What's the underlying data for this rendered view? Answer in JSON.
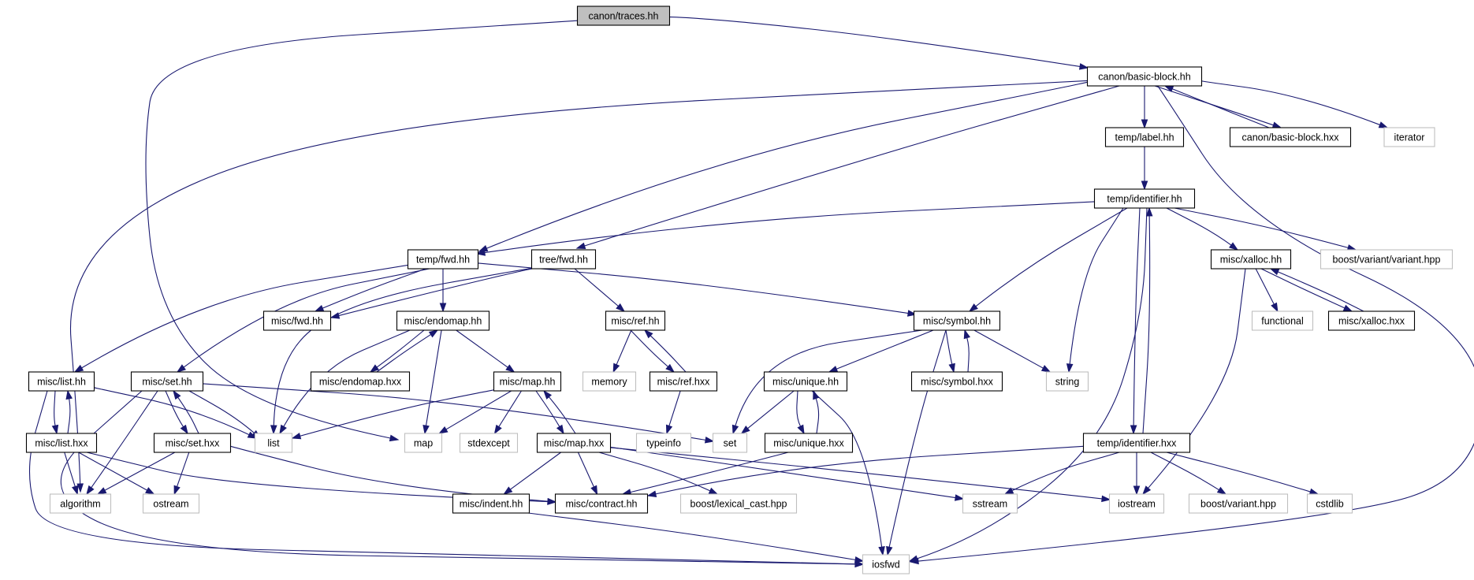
{
  "graph": {
    "colors": {
      "edge": "#191970",
      "root_fill": "#bfbfbf",
      "local_border": "#000000",
      "external_border": "#bfbfbf"
    },
    "nodes": [
      {
        "id": "traces",
        "label": "canon/traces.hh",
        "kind": "root"
      },
      {
        "id": "basic_block",
        "label": "canon/basic-block.hh",
        "kind": "local"
      },
      {
        "id": "label",
        "label": "temp/label.hh",
        "kind": "local"
      },
      {
        "id": "basic_block_hxx",
        "label": "canon/basic-block.hxx",
        "kind": "local"
      },
      {
        "id": "iterator",
        "label": "iterator",
        "kind": "external"
      },
      {
        "id": "identifier",
        "label": "temp/identifier.hh",
        "kind": "local"
      },
      {
        "id": "temp_fwd",
        "label": "temp/fwd.hh",
        "kind": "local"
      },
      {
        "id": "tree_fwd",
        "label": "tree/fwd.hh",
        "kind": "local"
      },
      {
        "id": "xalloc",
        "label": "misc/xalloc.hh",
        "kind": "local"
      },
      {
        "id": "boost_variant_variant",
        "label": "boost/variant/variant.hpp",
        "kind": "external"
      },
      {
        "id": "misc_fwd",
        "label": "misc/fwd.hh",
        "kind": "local"
      },
      {
        "id": "endomap",
        "label": "misc/endomap.hh",
        "kind": "local"
      },
      {
        "id": "ref",
        "label": "misc/ref.hh",
        "kind": "local"
      },
      {
        "id": "symbol",
        "label": "misc/symbol.hh",
        "kind": "local"
      },
      {
        "id": "functional",
        "label": "functional",
        "kind": "external"
      },
      {
        "id": "xalloc_hxx",
        "label": "misc/xalloc.hxx",
        "kind": "local"
      },
      {
        "id": "list_hh",
        "label": "misc/list.hh",
        "kind": "local"
      },
      {
        "id": "set_hh",
        "label": "misc/set.hh",
        "kind": "local"
      },
      {
        "id": "endomap_hxx",
        "label": "misc/endomap.hxx",
        "kind": "local"
      },
      {
        "id": "map_hh",
        "label": "misc/map.hh",
        "kind": "local"
      },
      {
        "id": "memory",
        "label": "memory",
        "kind": "external"
      },
      {
        "id": "ref_hxx",
        "label": "misc/ref.hxx",
        "kind": "local"
      },
      {
        "id": "unique",
        "label": "misc/unique.hh",
        "kind": "local"
      },
      {
        "id": "symbol_hxx",
        "label": "misc/symbol.hxx",
        "kind": "local"
      },
      {
        "id": "string",
        "label": "string",
        "kind": "external"
      },
      {
        "id": "list_hxx",
        "label": "misc/list.hxx",
        "kind": "local"
      },
      {
        "id": "set_hxx",
        "label": "misc/set.hxx",
        "kind": "local"
      },
      {
        "id": "list",
        "label": "list",
        "kind": "external"
      },
      {
        "id": "map",
        "label": "map",
        "kind": "external"
      },
      {
        "id": "stdexcept",
        "label": "stdexcept",
        "kind": "external"
      },
      {
        "id": "map_hxx",
        "label": "misc/map.hxx",
        "kind": "local"
      },
      {
        "id": "typeinfo",
        "label": "typeinfo",
        "kind": "external"
      },
      {
        "id": "set",
        "label": "set",
        "kind": "external"
      },
      {
        "id": "unique_hxx",
        "label": "misc/unique.hxx",
        "kind": "local"
      },
      {
        "id": "identifier_hxx",
        "label": "temp/identifier.hxx",
        "kind": "local"
      },
      {
        "id": "algorithm",
        "label": "algorithm",
        "kind": "external"
      },
      {
        "id": "ostream",
        "label": "ostream",
        "kind": "external"
      },
      {
        "id": "indent",
        "label": "misc/indent.hh",
        "kind": "local"
      },
      {
        "id": "contract",
        "label": "misc/contract.hh",
        "kind": "local"
      },
      {
        "id": "lexical_cast",
        "label": "boost/lexical_cast.hpp",
        "kind": "external"
      },
      {
        "id": "sstream",
        "label": "sstream",
        "kind": "external"
      },
      {
        "id": "iostream",
        "label": "iostream",
        "kind": "external"
      },
      {
        "id": "boost_variant",
        "label": "boost/variant.hpp",
        "kind": "external"
      },
      {
        "id": "cstdlib",
        "label": "cstdlib",
        "kind": "external"
      },
      {
        "id": "iosfwd",
        "label": "iosfwd",
        "kind": "external"
      }
    ],
    "edges": [
      [
        "traces",
        "basic_block"
      ],
      [
        "traces",
        "map"
      ],
      [
        "basic_block",
        "label"
      ],
      [
        "basic_block",
        "basic_block_hxx"
      ],
      [
        "basic_block",
        "iterator"
      ],
      [
        "basic_block",
        "temp_fwd"
      ],
      [
        "basic_block",
        "tree_fwd"
      ],
      [
        "basic_block",
        "algorithm"
      ],
      [
        "basic_block",
        "iosfwd"
      ],
      [
        "basic_block_hxx",
        "basic_block"
      ],
      [
        "label",
        "identifier"
      ],
      [
        "identifier",
        "temp_fwd"
      ],
      [
        "identifier",
        "xalloc"
      ],
      [
        "identifier",
        "boost_variant_variant"
      ],
      [
        "identifier",
        "symbol"
      ],
      [
        "identifier",
        "string"
      ],
      [
        "identifier",
        "identifier_hxx"
      ],
      [
        "identifier",
        "iosfwd"
      ],
      [
        "identifier_hxx",
        "identifier"
      ],
      [
        "identifier_hxx",
        "contract"
      ],
      [
        "identifier_hxx",
        "sstream"
      ],
      [
        "identifier_hxx",
        "iostream"
      ],
      [
        "identifier_hxx",
        "boost_variant"
      ],
      [
        "identifier_hxx",
        "cstdlib"
      ],
      [
        "xalloc",
        "functional"
      ],
      [
        "xalloc",
        "xalloc_hxx"
      ],
      [
        "xalloc",
        "iostream"
      ],
      [
        "xalloc_hxx",
        "xalloc"
      ],
      [
        "temp_fwd",
        "misc_fwd"
      ],
      [
        "temp_fwd",
        "endomap"
      ],
      [
        "temp_fwd",
        "list_hh"
      ],
      [
        "temp_fwd",
        "set_hh"
      ],
      [
        "temp_fwd",
        "symbol"
      ],
      [
        "tree_fwd",
        "misc_fwd"
      ],
      [
        "tree_fwd",
        "ref"
      ],
      [
        "tree_fwd",
        "list"
      ],
      [
        "endomap",
        "endomap_hxx"
      ],
      [
        "endomap",
        "map_hh"
      ],
      [
        "endomap",
        "list"
      ],
      [
        "endomap",
        "map"
      ],
      [
        "endomap_hxx",
        "endomap"
      ],
      [
        "ref",
        "memory"
      ],
      [
        "ref",
        "ref_hxx"
      ],
      [
        "ref_hxx",
        "ref"
      ],
      [
        "ref_hxx",
        "typeinfo"
      ],
      [
        "symbol",
        "set"
      ],
      [
        "symbol",
        "unique"
      ],
      [
        "symbol",
        "symbol_hxx"
      ],
      [
        "symbol",
        "string"
      ],
      [
        "symbol",
        "iosfwd"
      ],
      [
        "symbol_hxx",
        "symbol"
      ],
      [
        "unique",
        "set"
      ],
      [
        "unique",
        "unique_hxx"
      ],
      [
        "unique",
        "iosfwd"
      ],
      [
        "unique_hxx",
        "unique"
      ],
      [
        "unique_hxx",
        "contract"
      ],
      [
        "list_hh",
        "list_hxx"
      ],
      [
        "list_hh",
        "list"
      ],
      [
        "list_hh",
        "iosfwd"
      ],
      [
        "list_hxx",
        "list_hh"
      ],
      [
        "list_hxx",
        "algorithm"
      ],
      [
        "list_hxx",
        "ostream"
      ],
      [
        "list_hxx",
        "contract"
      ],
      [
        "set_hh",
        "set_hxx"
      ],
      [
        "set_hh",
        "list"
      ],
      [
        "set_hh",
        "set"
      ],
      [
        "set_hh",
        "algorithm"
      ],
      [
        "set_hh",
        "iosfwd"
      ],
      [
        "set_hxx",
        "set_hh"
      ],
      [
        "set_hxx",
        "algorithm"
      ],
      [
        "set_hxx",
        "ostream"
      ],
      [
        "set_hxx",
        "contract"
      ],
      [
        "map_hh",
        "map_hxx"
      ],
      [
        "map_hh",
        "list"
      ],
      [
        "map_hh",
        "map"
      ],
      [
        "map_hh",
        "stdexcept"
      ],
      [
        "map_hxx",
        "map_hh"
      ],
      [
        "map_hxx",
        "indent"
      ],
      [
        "map_hxx",
        "contract"
      ],
      [
        "map_hxx",
        "lexical_cast"
      ],
      [
        "map_hxx",
        "sstream"
      ],
      [
        "map_hxx",
        "iostream"
      ],
      [
        "indent",
        "iosfwd"
      ]
    ]
  }
}
